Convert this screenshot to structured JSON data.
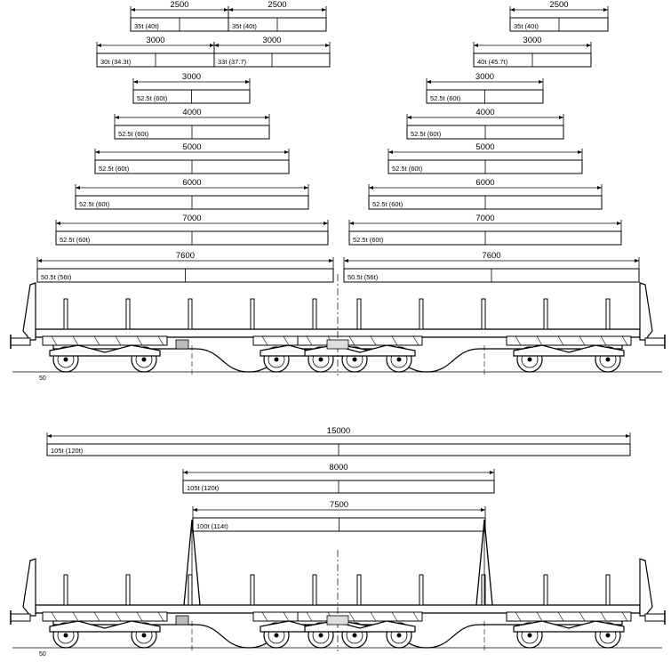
{
  "diagram": {
    "top_section": {
      "loads": [
        {
          "length": "2500",
          "load": "35t (40t)"
        },
        {
          "length": "2500",
          "load": "35t (40t)"
        },
        {
          "length": "2500",
          "load": "35t (40t)"
        },
        {
          "length": "3000",
          "load": "30t (34.3t)"
        },
        {
          "length": "3000",
          "load": "33t (37.7)"
        },
        {
          "length": "3000",
          "load": "40t (45.7t)"
        },
        {
          "length": "3000",
          "load": "52.5t (60t)"
        },
        {
          "length": "3000",
          "load": "52.5t (60t)"
        },
        {
          "length": "4000",
          "load": "52.5t (60t)"
        },
        {
          "length": "4000",
          "load": "52.5t (60t)"
        },
        {
          "length": "5000",
          "load": "52.5t (60t)"
        },
        {
          "length": "5000",
          "load": "52.5t (60t)"
        },
        {
          "length": "6000",
          "load": "52.5t (60t)"
        },
        {
          "length": "6000",
          "load": "52.5t (60t)"
        },
        {
          "length": "7000",
          "load": "52.5t (60t)"
        },
        {
          "length": "7000",
          "load": "52.5t (60t)"
        },
        {
          "length": "7600",
          "load": "50.5t (56t)"
        },
        {
          "length": "7600",
          "load": "50.5t (56t)"
        }
      ],
      "wagon": {
        "rail_mark": "50"
      }
    },
    "bottom_section": {
      "loads": [
        {
          "length": "15000",
          "load": "105t (120t)"
        },
        {
          "length": "8000",
          "load": "105t (120t)"
        },
        {
          "length": "7500",
          "load": "100t (114t)"
        }
      ],
      "wagon": {
        "rail_mark": "50"
      }
    }
  },
  "colors": {
    "line": "#000000",
    "background": "#ffffff"
  }
}
